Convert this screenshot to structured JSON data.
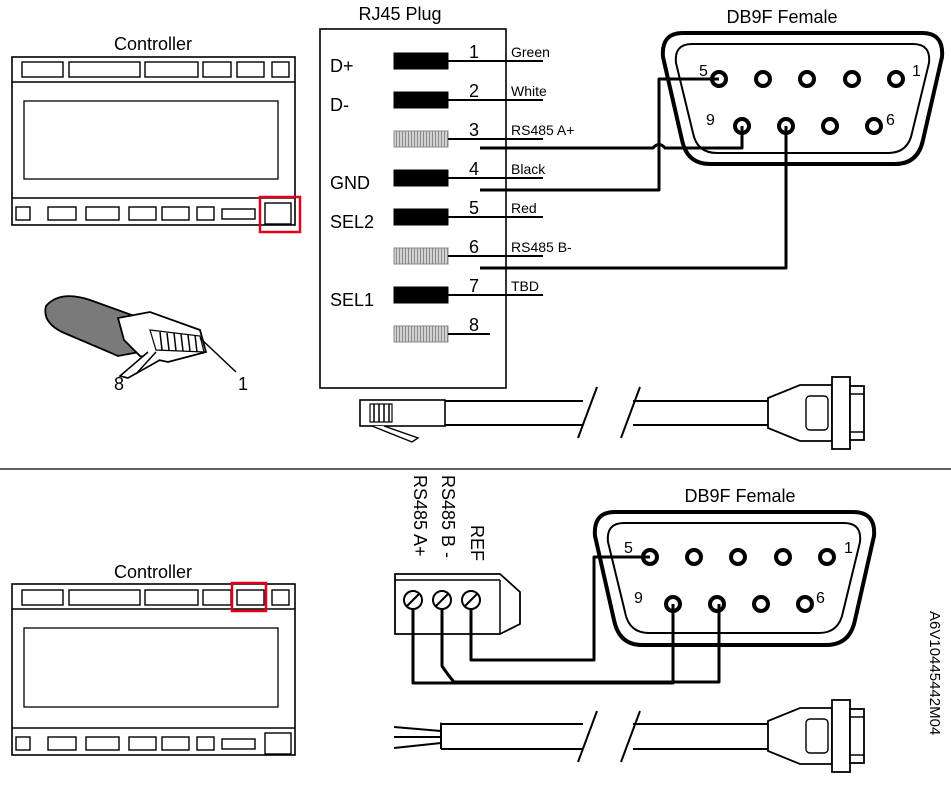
{
  "top": {
    "controller_label": "Controller",
    "rj45_title": "RJ45 Plug",
    "db9_title": "DB9F Female",
    "signals": [
      "D+",
      "D-",
      "",
      "GND",
      "SEL2",
      "",
      "SEL1",
      ""
    ],
    "pin_numbers": [
      "1",
      "2",
      "3",
      "4",
      "5",
      "6",
      "7",
      "8"
    ],
    "wire_labels": [
      "Green",
      "White",
      "RS485 A+",
      "Black",
      "Red",
      "RS485 B-",
      "TBD",
      ""
    ],
    "db9_corner_numbers": {
      "pin5": "5",
      "pin1": "1",
      "pin9": "9",
      "pin6": "6"
    },
    "plug_pin_callouts": {
      "left": "8",
      "right": "1"
    }
  },
  "bottom": {
    "controller_label": "Controller",
    "db9_title": "DB9F Female",
    "terminal_labels": [
      "RS485 A+",
      "RS485 B -",
      "REF"
    ],
    "db9_corner_numbers": {
      "pin5": "5",
      "pin1": "1",
      "pin9": "9",
      "pin6": "6"
    }
  },
  "figure_id": "A6V10445442M04",
  "colors": {
    "line": "#000000",
    "highlight": "#e0001b",
    "shield": "#b4b4b4",
    "background": "#ffffff"
  }
}
